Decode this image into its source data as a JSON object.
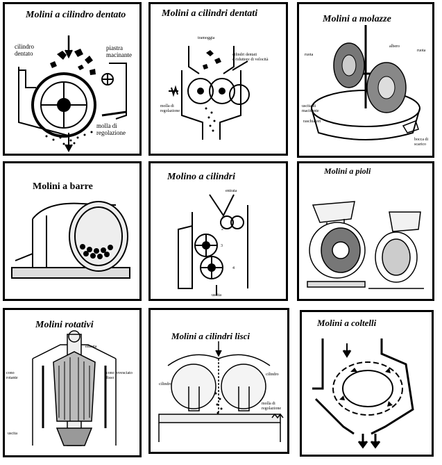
{
  "panels": [
    {
      "title": "Molini a cilindro dentato",
      "labels": {
        "cilindro": "cilindro\ndentato",
        "piastra": "piastra\nmacinante",
        "molla": "molla di\nregolazione"
      }
    },
    {
      "title": "Molini a cilindri dentati",
      "labels": {
        "tramoggia": "tramoggia",
        "cilindri": "cilindri dentati\ne riduttore di velocità",
        "molla": "molla di\nregolazione"
      }
    },
    {
      "title": "Molini a molazze",
      "labels": {
        "ruota_l": "ruota",
        "albero": "albero",
        "ruota_r": "ruota",
        "uscita": "uscita di\nmacinante",
        "raschiatori": "raschiatori",
        "bocca": "bocca di\nscarico"
      }
    },
    {
      "title": "Molini a barre",
      "labels": {}
    },
    {
      "title": "Molino a cilindri",
      "labels": {
        "entrata": "entrata",
        "n1": "1",
        "n2": "2",
        "n3": "3",
        "n4": "4",
        "uscita": "uscita"
      }
    },
    {
      "title": "Molini a pioli",
      "labels": {}
    },
    {
      "title": "Molini rotativi",
      "labels": {
        "entrata": "entrata",
        "cono_rot": "cono\nrotante",
        "cono_rov": "cono rovesciato\nfisso",
        "uscita": "uscita"
      }
    },
    {
      "title": "Molini a cilindri lisci",
      "labels": {
        "cil_l": "cilindro",
        "cil_r": "cilindro",
        "molla": "molla di\nregolazione"
      }
    },
    {
      "title": "Molini a coltelli",
      "labels": {}
    }
  ]
}
